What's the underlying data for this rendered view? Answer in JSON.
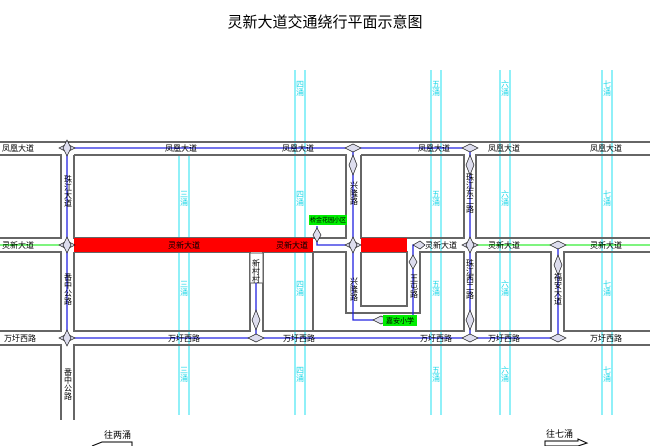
{
  "title": "灵新大道交通绕行平面示意图",
  "roads": {
    "fenghuang": "凤凰大道",
    "lingxin": "灵新大道",
    "wanyu": "万圩西路",
    "zhujiang": "珠江大道",
    "fanzhong": "番中公路",
    "xincun": "新村村",
    "xinglong": "兴隆路",
    "wangtun": "王屯路",
    "zhujiang_east2": "珠江东二路",
    "zhujiang_west2": "珠江西二路",
    "fuan": "福安大道"
  },
  "canals": [
    "三涌",
    "四涌",
    "五涌",
    "六涌",
    "七涌"
  ],
  "landmarks": {
    "garden": "桥金花园小区",
    "school": "嘉安小学"
  },
  "directions": {
    "west": "往两涌",
    "east": "往七涌"
  },
  "colors": {
    "closed": "#ff0000",
    "detour": "#2020e0",
    "open": "#33ee33",
    "canal": "#22e0f0",
    "landmark": "#00ee00"
  }
}
